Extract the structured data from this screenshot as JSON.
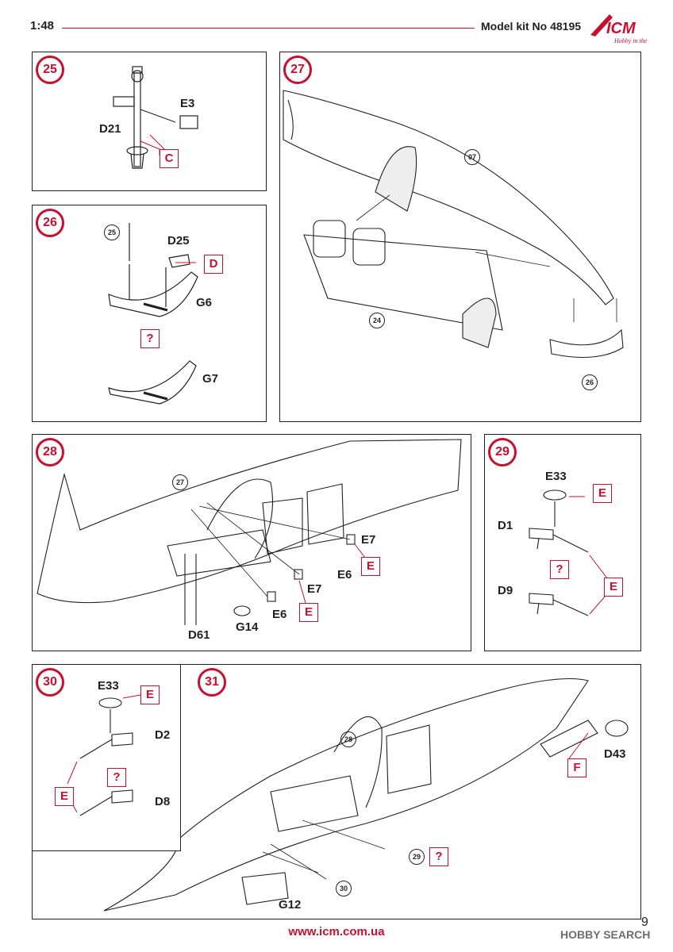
{
  "header": {
    "scale": "1:48",
    "kit": "Model kit No 48195",
    "logo_text": "ICM",
    "logo_slogan": "Hobby in the best"
  },
  "steps": {
    "s25": {
      "num": "25",
      "labels": {
        "d21": "D21",
        "e3": "E3"
      },
      "glue": "C"
    },
    "s26": {
      "num": "26",
      "ref": "25",
      "labels": {
        "d25": "D25",
        "g6": "G6",
        "g7": "G7"
      },
      "glue": "D",
      "choice": "?"
    },
    "s27": {
      "num": "27",
      "refs": {
        "r07": "07",
        "r24": "24",
        "r26": "26"
      }
    },
    "s28": {
      "num": "28",
      "ref": "27",
      "labels": {
        "e7a": "E7",
        "e6a": "E6",
        "e7b": "E7",
        "e6b": "E6",
        "d61": "D61",
        "g14": "G14"
      },
      "glue_a": "E",
      "glue_b": "E"
    },
    "s29": {
      "num": "29",
      "labels": {
        "e33": "E33",
        "d1": "D1",
        "d9": "D9"
      },
      "glue_a": "E",
      "glue_b": "E",
      "choice": "?"
    },
    "s30": {
      "num": "30",
      "labels": {
        "e33": "E33",
        "d2": "D2",
        "d8": "D8"
      },
      "glue_a": "E",
      "glue_b": "E",
      "choice": "?"
    },
    "s31": {
      "num": "31",
      "refs": {
        "r28": "28",
        "r29": "29",
        "r30": "30"
      },
      "labels": {
        "d43": "D43",
        "g12": "G12"
      },
      "glue": "F",
      "choice": "?"
    }
  },
  "footer": {
    "url": "www.icm.com.ua",
    "page": "9",
    "watermark": "HOBBY SEARCH"
  },
  "colors": {
    "accent": "#c8102e",
    "ink": "#231f20"
  }
}
